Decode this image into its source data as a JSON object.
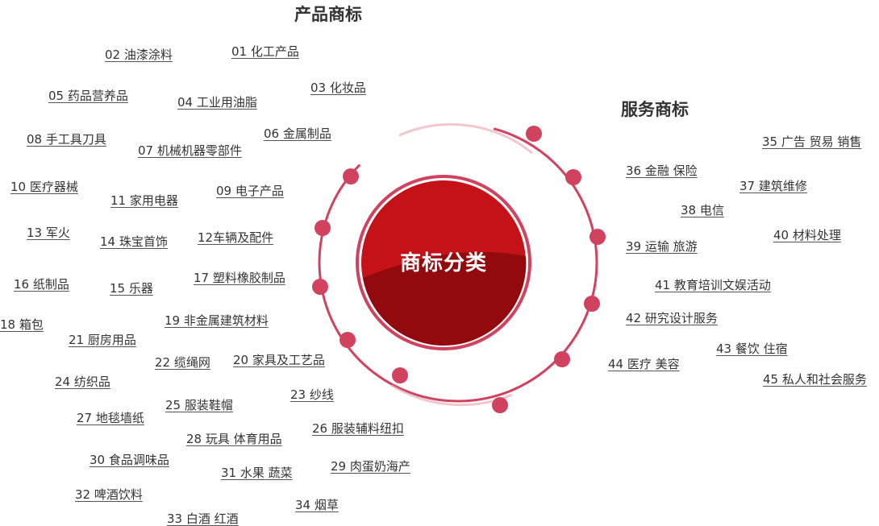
{
  "product_heading": "产品商标",
  "service_heading": "服务商标",
  "center_label": "商标分类",
  "colors": {
    "accent": "#d0425e",
    "core_light": "#c8191f",
    "core_dark": "#8e0a0e",
    "text": "#333333"
  },
  "product_items": [
    "01 化工产品",
    "02 油漆涂料",
    "03 化妆品",
    "04 工业用油脂",
    "05 药品营养品",
    "06 金属制品",
    "07 机械机器零部件",
    "08 手工具刀具",
    "09 电子产品",
    "10 医疗器械",
    "11 家用电器",
    "12车辆及配件",
    "13 军火",
    "14 珠宝首饰",
    "15 乐器",
    "16 纸制品",
    "17 塑料橡胶制品",
    "18 箱包",
    "19 非金属建筑材料",
    "20 家具及工艺品",
    "21 厨房用品",
    "22 缆绳网",
    "23 纱线",
    "24 纺织品",
    "25 服装鞋帽",
    "26 服装辅料纽扣",
    "27 地毯墙纸",
    "28 玩具 体育用品",
    "29 肉蛋奶海产",
    "30 食品调味品",
    "31 水果 蔬菜",
    "32 啤酒饮料",
    "33 白酒 红酒",
    "34 烟草"
  ],
  "service_items": [
    "35 广告 贸易 销售",
    "36 金融 保险",
    "37 建筑维修",
    "38 电信",
    "39 运输 旅游",
    "40 材料处理",
    "41 教育培训文娱活动",
    "42 研究设计服务",
    "43 餐饮 住宿",
    "44 医疗 美容",
    "45 私人和社会服务"
  ]
}
